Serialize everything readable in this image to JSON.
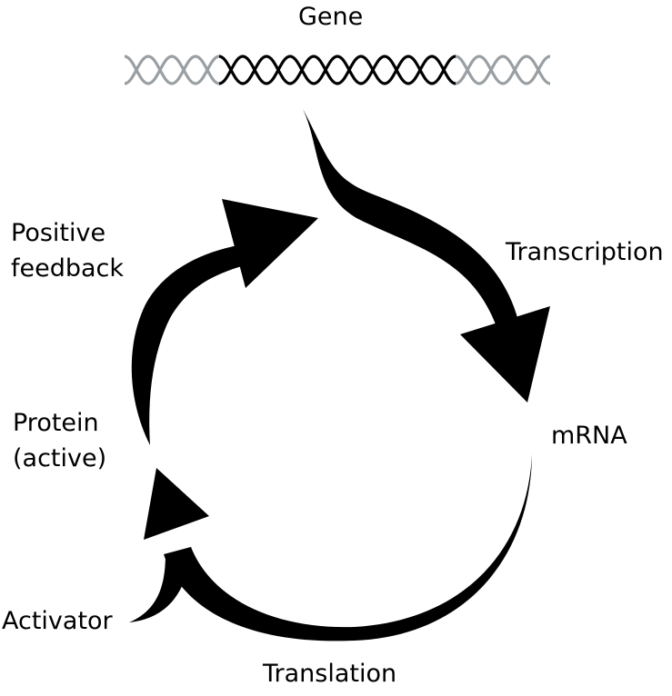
{
  "labels": {
    "gene": "Gene",
    "transcription": "Transcription",
    "mrna": "mRNA",
    "translation": "Translation",
    "activator": "Activator",
    "protein_line1": "Protein",
    "protein_line2": "(active)",
    "positive_line1": "Positive",
    "positive_line2": "feedback"
  },
  "colors": {
    "arrow": "#000000",
    "dna_core": "#000000",
    "dna_flank": "#9a9fa3"
  }
}
